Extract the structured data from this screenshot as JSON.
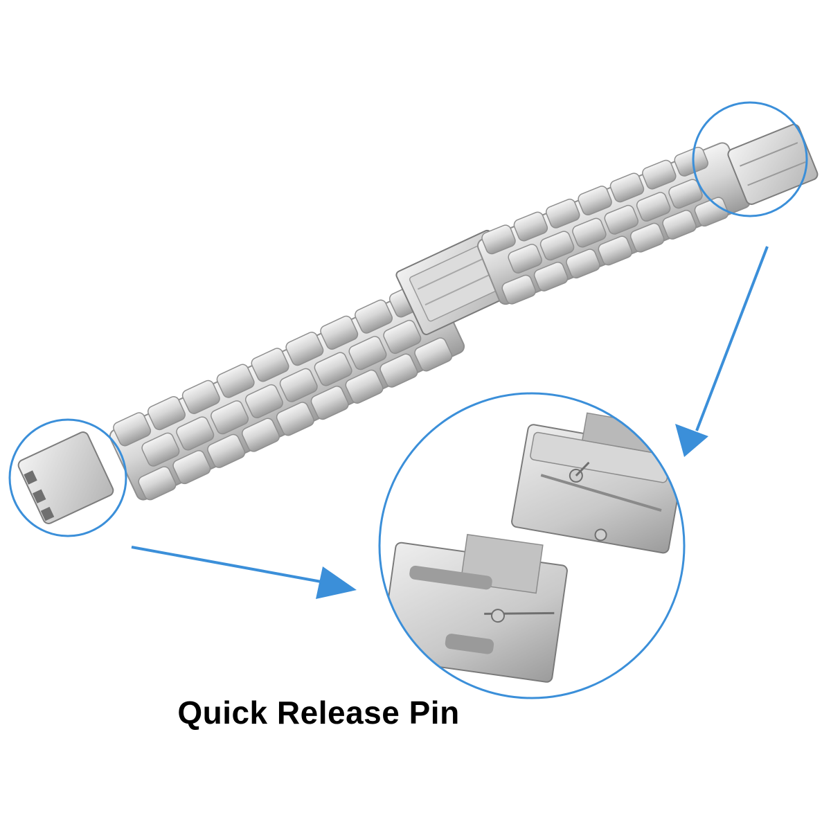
{
  "caption": "Quick Release Pin",
  "colors": {
    "background": "#ffffff",
    "accent": "#3b8fd9",
    "metal_light": "#e9e9e9",
    "metal_mid": "#c4c4c4",
    "metal_dark": "#8a8a8a",
    "text": "#000000"
  },
  "icons": [
    "highlight-circle",
    "arrow-pointer"
  ]
}
